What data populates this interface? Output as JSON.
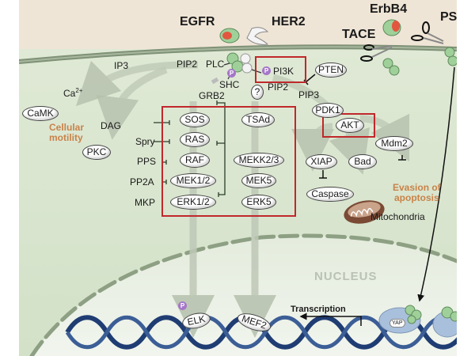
{
  "receptors": {
    "egfr": "EGFR",
    "her2": "HER2",
    "erbb4": "ErbB4",
    "tace": "TACE",
    "ps": "PS"
  },
  "membrane_pathway": {
    "pip2_left": "PIP2",
    "plc": "PLC",
    "ip3": "IP3",
    "ca": "Ca",
    "ca_sup": "2+",
    "camk": "CaMK",
    "dag": "DAG",
    "pkc": "PKC",
    "cellular_motility": [
      "Cellular",
      "motility"
    ],
    "shc": "SHC",
    "grb2": "GRB2",
    "unknown": "?",
    "pi3k": "PI3K",
    "pten": "PTEN",
    "pip2_right": "PIP2",
    "pip3": "PIP3",
    "pdk1": "PDK1",
    "phospho": "P"
  },
  "mapk_box": {
    "left_column": [
      "SOS",
      "RAS",
      "RAF",
      "MEK1/2",
      "ERK1/2"
    ],
    "right_column": [
      "TSAd",
      "MEKK2/3",
      "MEK5",
      "ERK5"
    ],
    "inhibitors": [
      "Spry",
      "PPS",
      "PP2A",
      "MKP"
    ]
  },
  "survival": {
    "akt": "AKT",
    "mdm2": "Mdm2",
    "xiap": "XIAP",
    "bad": "Bad",
    "caspase": "Caspase",
    "mitochondria": "Mitochondria",
    "evasion": [
      "Evasion of",
      "apoptosis"
    ]
  },
  "nucleus": {
    "label": "NUCLEUS",
    "elk": "ELK",
    "mef2": "MEF2",
    "transcription": "Transcription",
    "yap": "YAP"
  },
  "colors": {
    "extracellular": "#efe5d6",
    "cytoplasm": "#dde8d3",
    "membrane": "#7f9176",
    "highlight_box": "#c0282b",
    "phospho": "#a676c9",
    "dna": "#1f3d73",
    "orange_text": "#c8834a"
  }
}
